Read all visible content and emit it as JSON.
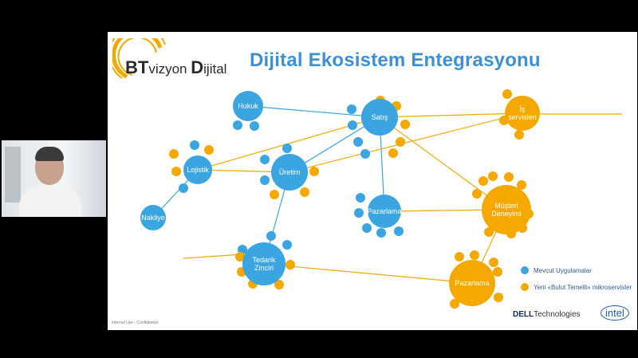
{
  "slide": {
    "title": "Dijital Ekosistem Entegrasyonu",
    "footnote": "Internal Use - Confidential"
  },
  "logo": {
    "prefix": "BT",
    "middle": "vizyon ",
    "initial": "D",
    "suffix": "ijital"
  },
  "nodes": [
    {
      "id": "hukuk",
      "label": "Hukuk",
      "type": "mevcut"
    },
    {
      "id": "satis",
      "label": "Satış",
      "type": "mevcut"
    },
    {
      "id": "is",
      "label": "İş servisleri",
      "type": "yeni"
    },
    {
      "id": "lojistik",
      "label": "Lojistik",
      "type": "mevcut"
    },
    {
      "id": "uretim",
      "label": "Üretim",
      "type": "mevcut"
    },
    {
      "id": "nakliye",
      "label": "Nakliye",
      "type": "mevcut"
    },
    {
      "id": "pazarlama1",
      "label": "Pazarlama",
      "type": "mevcut"
    },
    {
      "id": "musteri",
      "label": "Müşteri Deneyimi",
      "type": "yeni"
    },
    {
      "id": "tedarik",
      "label": "Tedarik Zinciri",
      "type": "mevcut"
    },
    {
      "id": "pazarlama2",
      "label": "Pazarlama",
      "type": "yeni"
    }
  ],
  "legend": [
    {
      "label": "Mevcut Uygulamalar",
      "color": "#3aa5e0"
    },
    {
      "label": "Yeni «Bulut Temelli» mikroservisler",
      "color": "#f5a800"
    }
  ],
  "brands": {
    "dell_prefix": "D",
    "dell_mark": "ELL",
    "dell_suffix": "Technologies",
    "intel": "intel"
  },
  "colors": {
    "blue": "#3aa5e0",
    "orange": "#f5a800",
    "title": "#3d8fd6"
  }
}
